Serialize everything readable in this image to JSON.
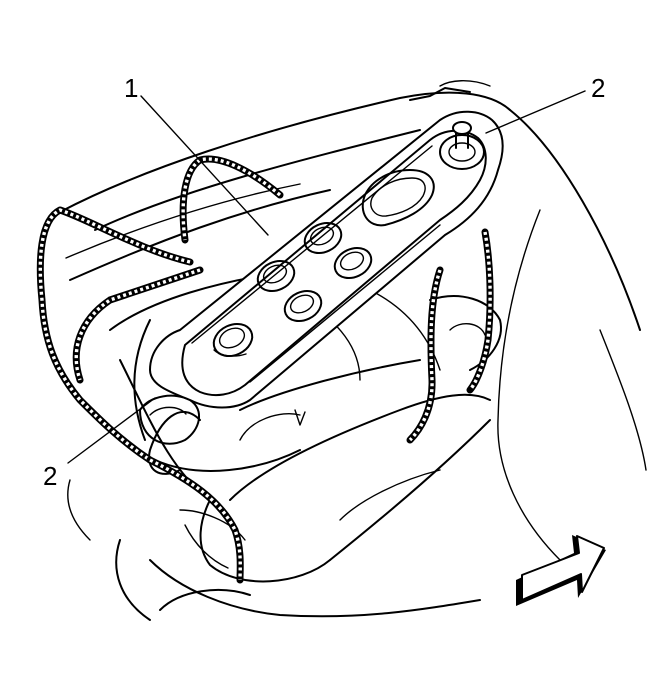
{
  "callouts": {
    "one": "1",
    "two_top": "2",
    "two_bottom": "2"
  },
  "icons": {
    "direction": "front-direction-arrow-icon"
  },
  "colors": {
    "stroke": "#000000",
    "background": "#ffffff"
  }
}
